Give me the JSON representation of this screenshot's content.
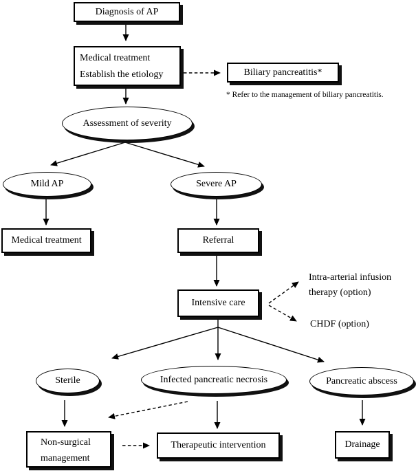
{
  "colors": {
    "ink": "#000000",
    "paper": "#ffffff",
    "shadow": "#111111"
  },
  "nodes": {
    "diagnosis": {
      "label": "Diagnosis of AP"
    },
    "medical_etiology": {
      "line1": "Medical treatment",
      "line2": "Establish the etiology"
    },
    "biliary": {
      "label": "Biliary pancreatitis*"
    },
    "assessment": {
      "label": "Assessment of severity"
    },
    "mild": {
      "label": "Mild AP"
    },
    "severe": {
      "label": "Severe AP"
    },
    "medical_treatment": {
      "label": "Medical treatment"
    },
    "referral": {
      "label": "Referral"
    },
    "intensive_care": {
      "label": "Intensive care"
    },
    "sterile": {
      "label": "Sterile"
    },
    "infected_necrosis": {
      "label": "Infected pancreatic necrosis"
    },
    "pancreatic_abscess": {
      "label": "Pancreatic abscess"
    },
    "non_surgical": {
      "line1": "Non-surgical",
      "line2": "management"
    },
    "therapeutic": {
      "label": "Therapeutic intervention"
    },
    "drainage": {
      "label": "Drainage"
    }
  },
  "annotations": {
    "footnote": "* Refer to the management of biliary pancreatitis.",
    "infusion_option": {
      "line1": "Intra-arterial infusion",
      "line2": "therapy (option)"
    },
    "chdf_option": "CHDF (option)"
  }
}
